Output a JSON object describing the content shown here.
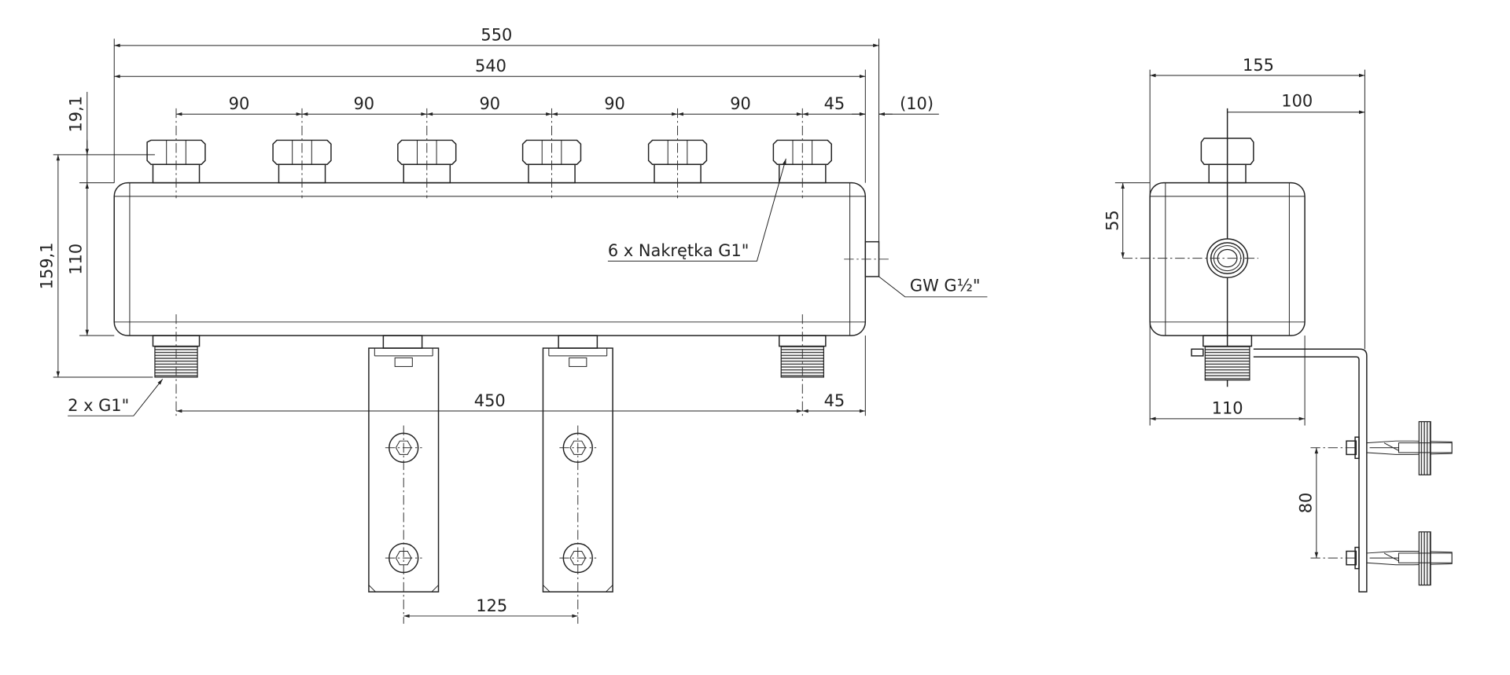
{
  "front_view": {
    "dims": {
      "overall_length": "550",
      "body_length": "540",
      "spacing": [
        "90",
        "90",
        "90",
        "90",
        "90"
      ],
      "end_offset_top": "45",
      "port_offset": "(10)",
      "bottom_spacing": "450",
      "end_offset_bottom": "45",
      "bracket_spacing": "125",
      "nut_height": "19,1",
      "total_height": "159,1",
      "body_height": "110"
    },
    "labels": {
      "nuts": "6 x Nakrętka G1\"",
      "port": "GW G½\"",
      "bottom_threads": "2 x G1\""
    }
  },
  "side_view": {
    "dims": {
      "overall_depth": "155",
      "axis_offset": "100",
      "port_height": "55",
      "body_depth": "110",
      "anchor_spacing": "80"
    }
  }
}
